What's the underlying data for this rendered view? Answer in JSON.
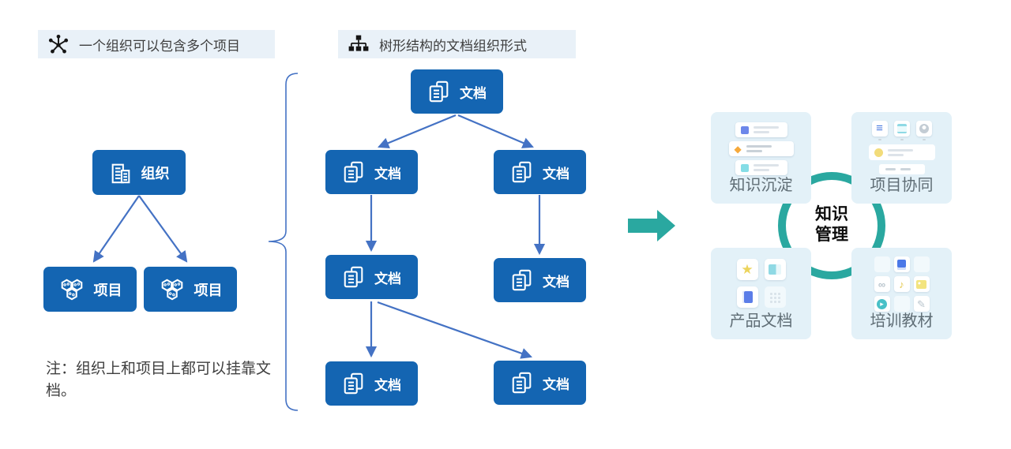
{
  "colors": {
    "node-blue": "#1465b2",
    "arrow-blue": "#4472c4",
    "teal": "#2aa8a0",
    "label-bg": "#e9f1f8",
    "card-bg": "#e3f1f8",
    "card-text": "#5f6d75",
    "text-dark": "#3e3e3e"
  },
  "chips": {
    "org_projects": "一个组织可以包含多个项目",
    "tree_docs": "树形结构的文档组织形式"
  },
  "org_chart": {
    "org_label": "组织",
    "project_labels": [
      "项目",
      "项目"
    ]
  },
  "tree": {
    "nodes": [
      "文档",
      "文档",
      "文档",
      "文档",
      "文档",
      "文档",
      "文档"
    ]
  },
  "note": {
    "text": "注：组织上和项目上都可以挂靠文档。"
  },
  "knowledge": {
    "center": {
      "line1": "知识",
      "line2": "管理"
    },
    "cards": [
      {
        "label": "知识沉淀"
      },
      {
        "label": "项目协同"
      },
      {
        "label": "产品文档"
      },
      {
        "label": "培训教材"
      }
    ]
  },
  "icons": {
    "gem": "◆",
    "list": "≡",
    "star": "★",
    "music": "♪",
    "pencil": "✎",
    "play": "▸",
    "link": "∞"
  }
}
